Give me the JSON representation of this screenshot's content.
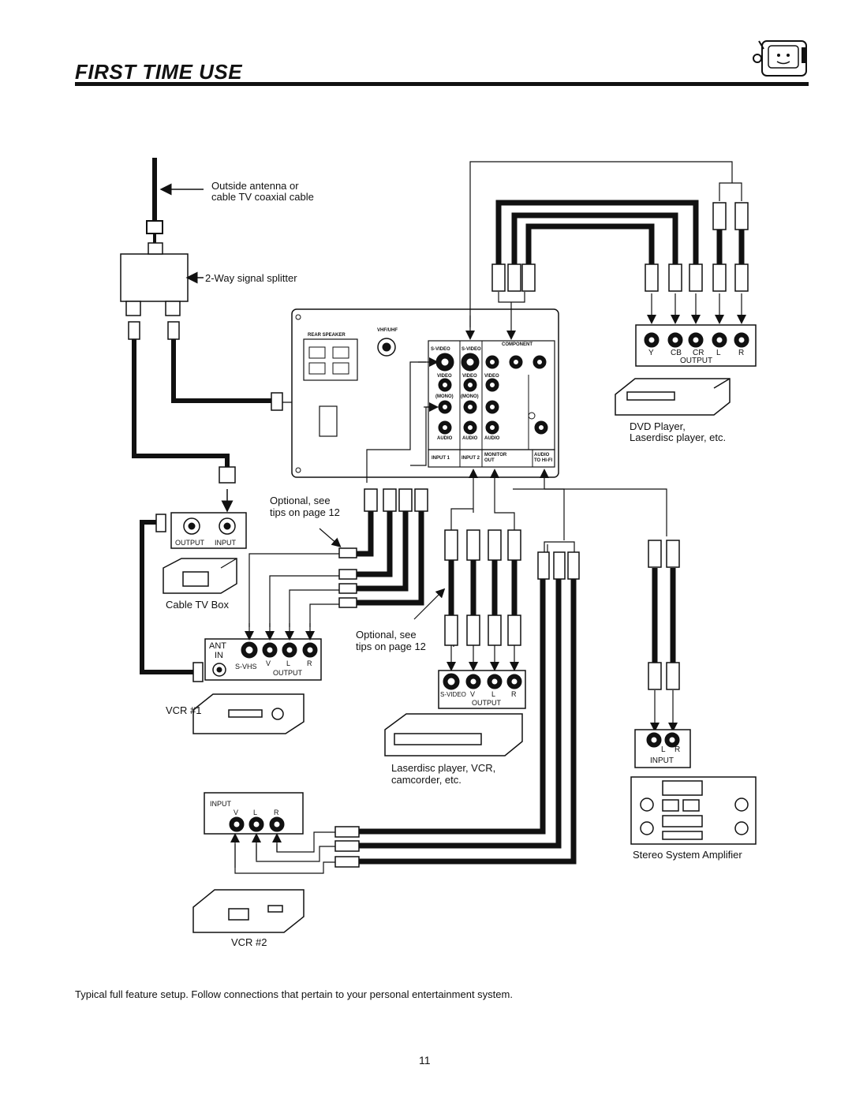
{
  "header": {
    "title": "FIRST TIME USE",
    "mascot_icon": "tv-mascot-icon"
  },
  "labels": {
    "antenna_line1": "Outside antenna or",
    "antenna_line2": "cable TV coaxial cable",
    "splitter": "2-Way signal splitter",
    "optional1_line1": "Optional, see",
    "optional1_line2": "tips on page 12",
    "optional2_line1": "Optional, see",
    "optional2_line2": "tips on page 12",
    "dvd_line1": "DVD Player,",
    "dvd_line2": "Laserdisc player, etc.",
    "cable_box": "Cable TV Box",
    "vcr1": "VCR #1",
    "vcr2": "VCR #2",
    "ld_line1": "Laserdisc player, VCR,",
    "ld_line2": "camcorder, etc.",
    "stereo": "Stereo System Amplifier"
  },
  "cable_box_panel": {
    "output": "OUTPUT",
    "input": "INPUT"
  },
  "vcr1_panel": {
    "ant": "ANT",
    "in": "IN",
    "svhs": "S-VHS",
    "v": "V",
    "l": "L",
    "r": "R",
    "output": "OUTPUT"
  },
  "ld_panel": {
    "svideo": "S-VIDEO",
    "v": "V",
    "l": "L",
    "r": "R",
    "output": "OUTPUT"
  },
  "dvd_panel": {
    "y": "Y",
    "cb": "CB",
    "cr": "CR",
    "l": "L",
    "r": "R",
    "output": "OUTPUT"
  },
  "vcr2_panel": {
    "input": "INPUT",
    "v": "V",
    "l": "L",
    "r": "R"
  },
  "stereo_panel": {
    "l": "L",
    "r": "R",
    "input": "INPUT"
  },
  "tv_panel": {
    "rear_speaker": "REAR SPEAKER",
    "vhf_uhf": "VHF/UHF",
    "component": "COMPONENT",
    "svideo1": "S-VIDEO",
    "svideo2": "S-VIDEO",
    "video1": "VIDEO",
    "video2": "VIDEO",
    "video3": "VIDEO",
    "mono1": "(MONO)",
    "mono2": "(MONO)",
    "audio1": "AUDIO",
    "audio2": "AUDIO",
    "audio3": "AUDIO",
    "input1": "INPUT 1",
    "input2": "INPUT 2",
    "monitor_out": "MONITOR OUT",
    "audio_hifi": "AUDIO TO HI-FI"
  },
  "caption": "Typical full feature setup.  Follow connections that pertain to your personal entertainment system.",
  "page_number": "11"
}
